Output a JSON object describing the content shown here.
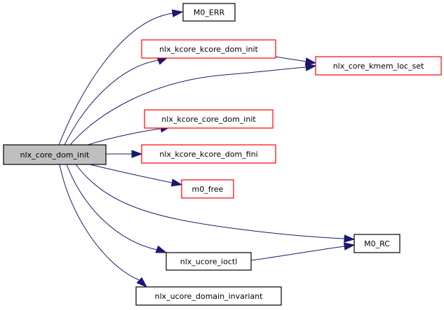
{
  "graph": {
    "type": "call-graph",
    "root": "nlx_core_dom_init",
    "nodes": [
      {
        "id": "root",
        "label": "nlx_core_dom_init",
        "style": "root"
      },
      {
        "id": "m0_err",
        "label": "M0_ERR",
        "style": "plain"
      },
      {
        "id": "kk_dom_init",
        "label": "nlx_kcore_kcore_dom_init",
        "style": "red"
      },
      {
        "id": "kmem_loc_set",
        "label": "nlx_core_kmem_loc_set",
        "style": "red"
      },
      {
        "id": "kc_dom_init",
        "label": "nlx_kcore_core_dom_init",
        "style": "red"
      },
      {
        "id": "kk_dom_fini",
        "label": "nlx_kcore_kcore_dom_fini",
        "style": "red"
      },
      {
        "id": "m0_free",
        "label": "m0_free",
        "style": "red"
      },
      {
        "id": "m0_rc",
        "label": "M0_RC",
        "style": "plain"
      },
      {
        "id": "ucore_ioctl",
        "label": "nlx_ucore_ioctl",
        "style": "plain"
      },
      {
        "id": "domain_invariant",
        "label": "nlx_ucore_domain_invariant",
        "style": "plain"
      }
    ],
    "edges": [
      {
        "from": "root",
        "to": "m0_err"
      },
      {
        "from": "root",
        "to": "kk_dom_init"
      },
      {
        "from": "root",
        "to": "kmem_loc_set"
      },
      {
        "from": "root",
        "to": "kc_dom_init"
      },
      {
        "from": "root",
        "to": "kk_dom_fini"
      },
      {
        "from": "root",
        "to": "m0_free"
      },
      {
        "from": "root",
        "to": "m0_rc"
      },
      {
        "from": "root",
        "to": "ucore_ioctl"
      },
      {
        "from": "root",
        "to": "domain_invariant"
      },
      {
        "from": "kk_dom_init",
        "to": "kmem_loc_set"
      },
      {
        "from": "ucore_ioctl",
        "to": "m0_rc"
      }
    ]
  },
  "colors": {
    "edge": "#191970",
    "root_fill": "#bfbfbf",
    "red_border": "#ff0000",
    "plain_border": "#000000"
  }
}
